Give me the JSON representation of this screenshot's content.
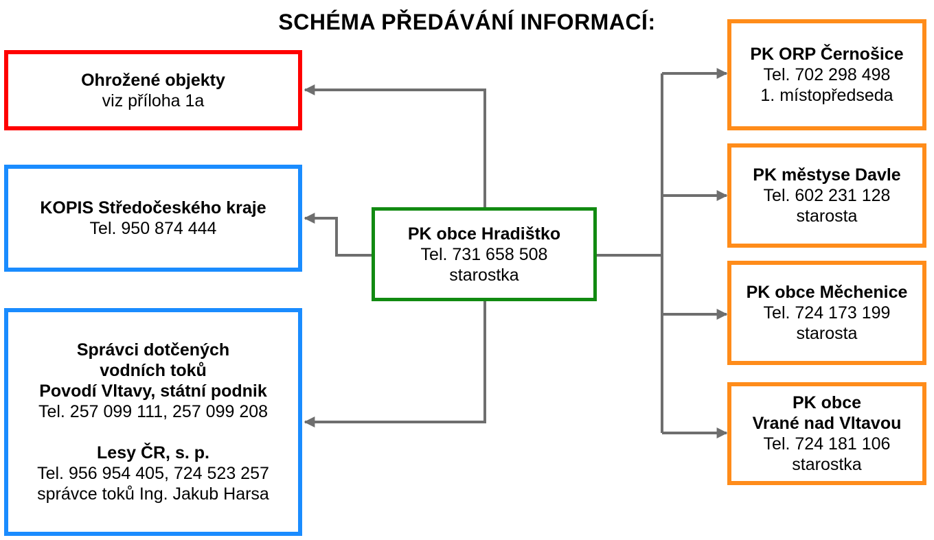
{
  "title": "SCHÉMA PŘEDÁVÁNÍ INFORMACÍ:",
  "colors": {
    "red": "#ff0000",
    "blue": "#1a8cff",
    "green": "#118a11",
    "orange": "#ff8c1a",
    "connector": "#6e6e6e"
  },
  "center": {
    "name": "PK obce Hradištko",
    "phone": "Tel. 731 658 508",
    "role": "starostka"
  },
  "left": {
    "threatened": {
      "name": "Ohrožené objekty",
      "note": "viz příloha 1a"
    },
    "kopis": {
      "name": "KOPIS Středočeského kraje",
      "phone": "Tel. 950 874 444"
    },
    "water": {
      "line1": "Správci dotčených",
      "line2": "vodních toků",
      "line3": "Povodí Vltavy, státní podnik",
      "phone1": "Tel. 257 099 111, 257 099 208",
      "org2": "Lesy ČR, s. p.",
      "phone2": "Tel. 956 954 405, 724 523 257",
      "person": "správce toků Ing. Jakub Harsa"
    }
  },
  "right": [
    {
      "name": "PK ORP Černošice",
      "phone": "Tel. 702 298 498",
      "role": "1. místopředseda"
    },
    {
      "name": "PK městyse Davle",
      "phone": "Tel. 602 231 128",
      "role": "starosta"
    },
    {
      "name": "PK obce Měchenice",
      "phone": "Tel. 724 173 199",
      "role": "starosta"
    },
    {
      "name1": "PK obce",
      "name2": "Vrané nad Vltavou",
      "phone": "Tel. 724 181 106",
      "role": "starostka"
    }
  ]
}
